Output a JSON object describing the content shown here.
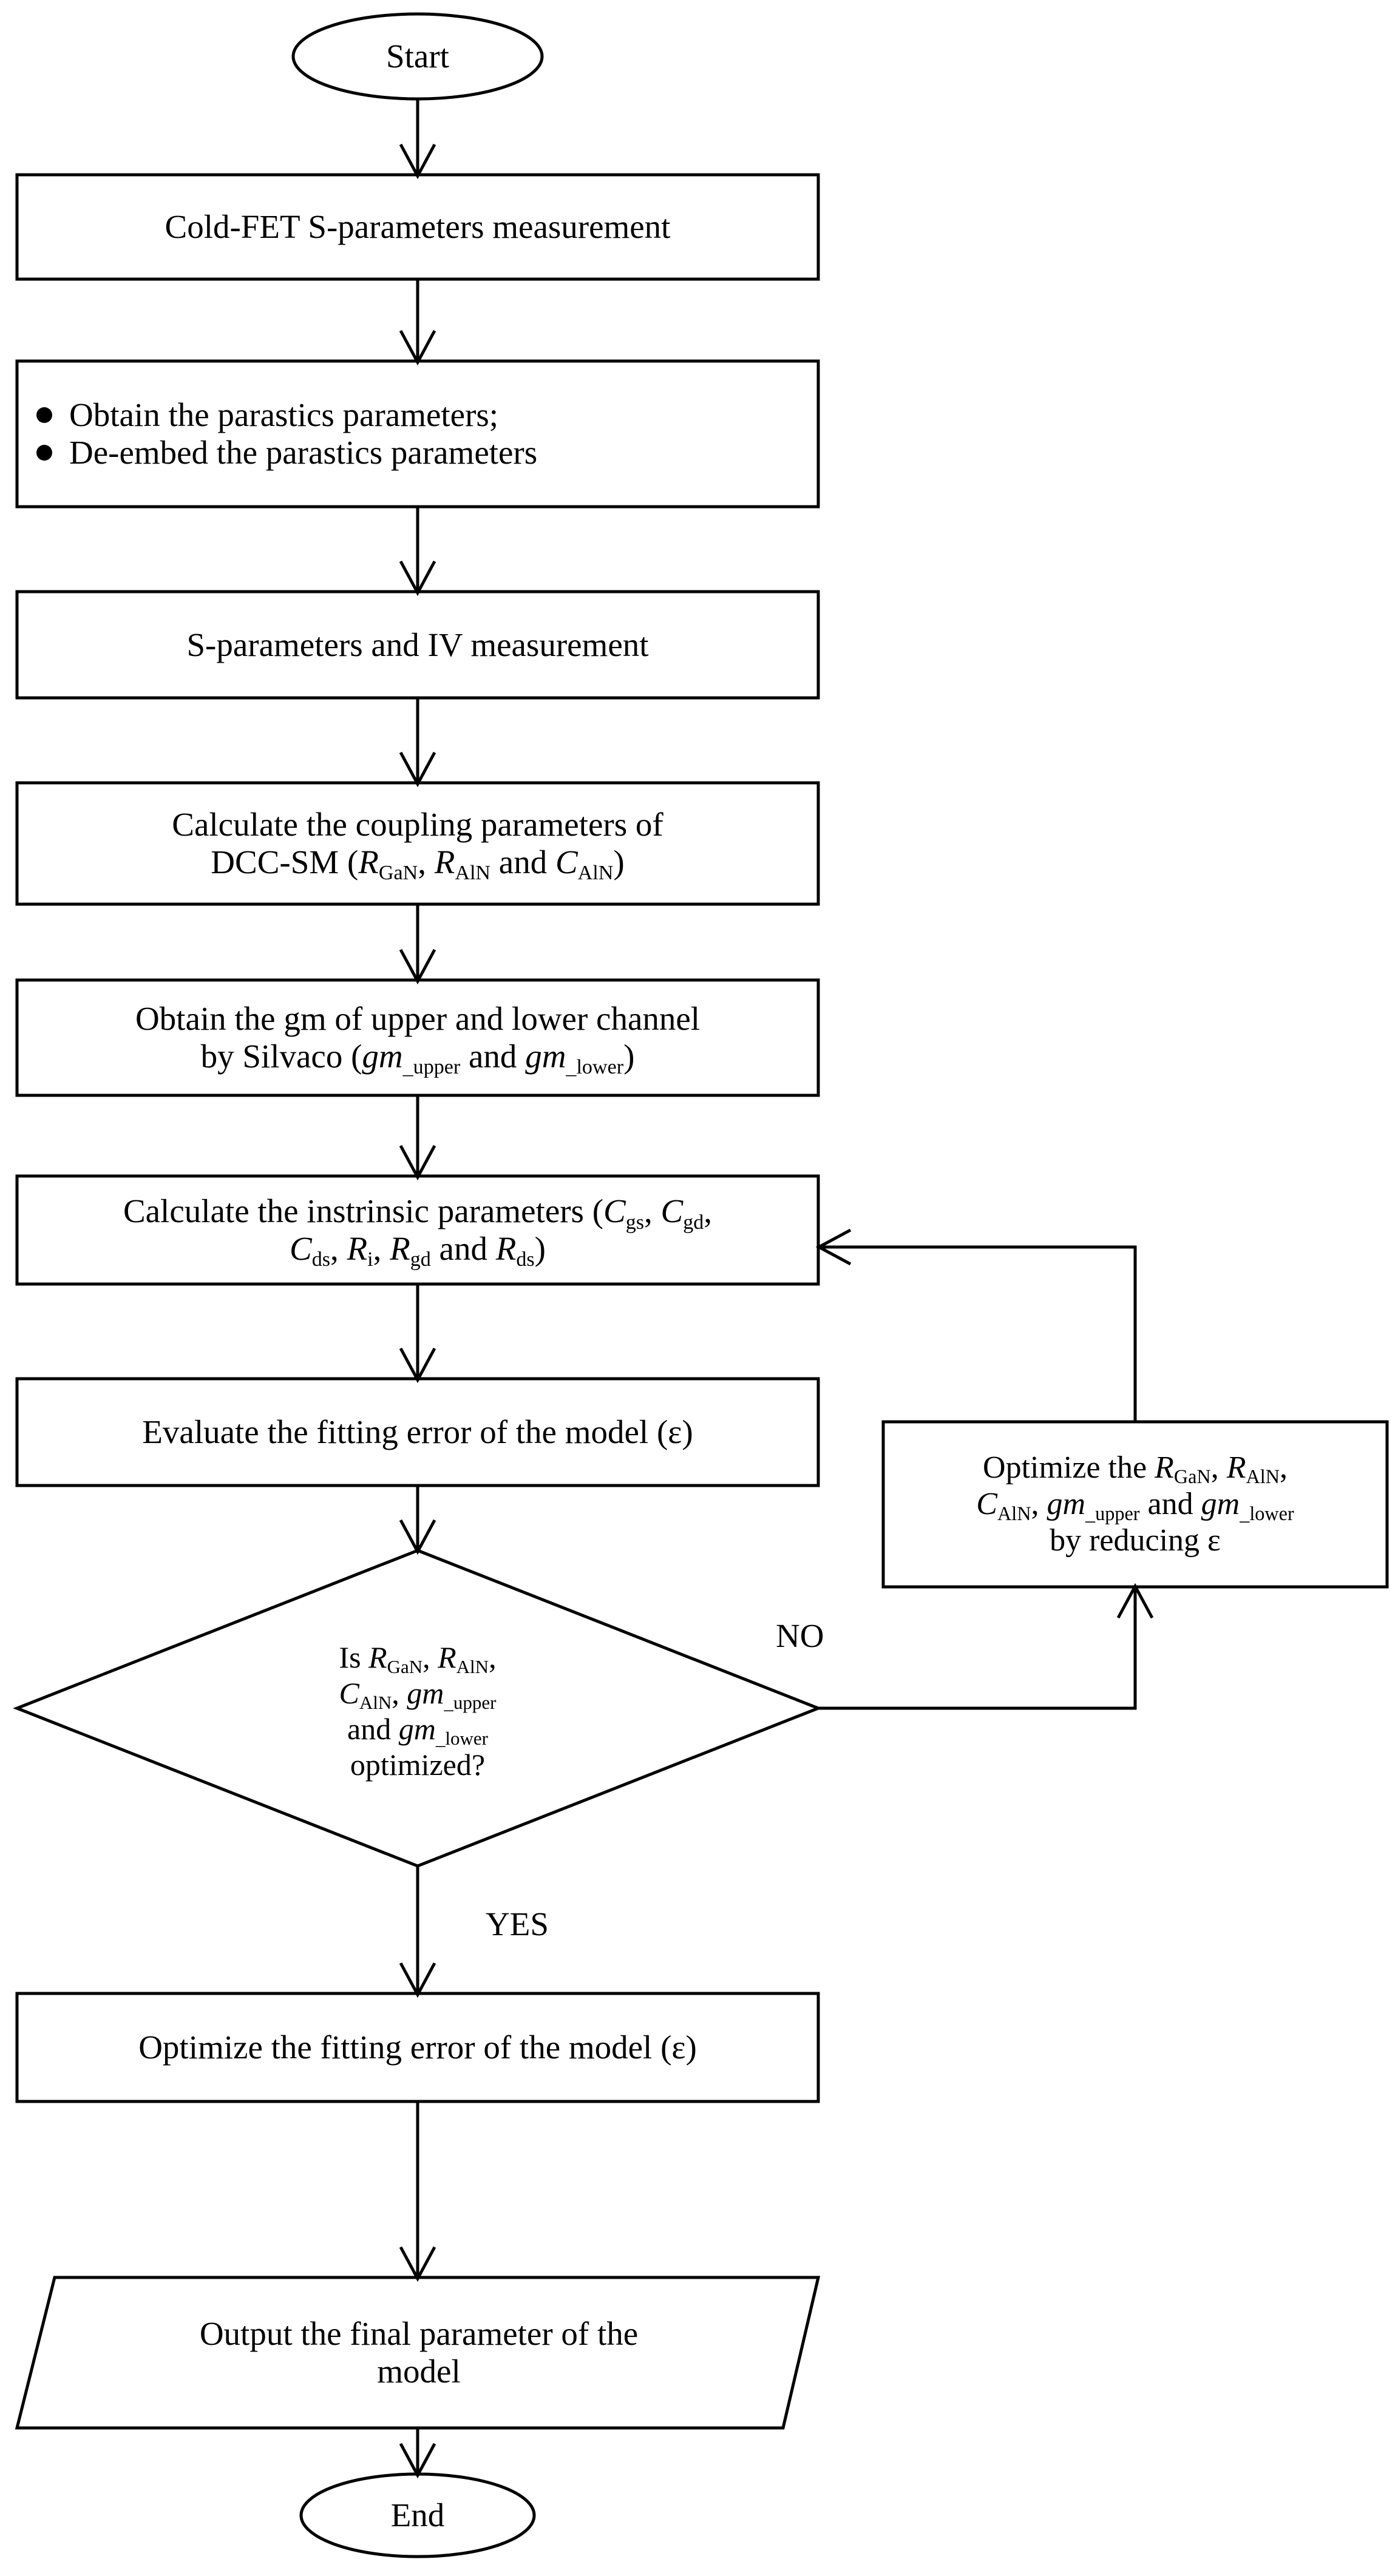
{
  "figure": {
    "type": "flowchart",
    "title": "Small-signal model parameter extraction flowchart",
    "background_color": "#ffffff",
    "line_color": "#000000"
  },
  "nodes": {
    "start": {
      "shape": "ellipse",
      "label": "Start"
    },
    "cold_fet": {
      "shape": "rectangle",
      "label": "Cold-FET S-parameters measurement"
    },
    "parasitics": {
      "shape": "rectangle",
      "bullets": [
        "Obtain the parastics parameters;",
        "De-embed the parastics parameters"
      ]
    },
    "sparam_iv": {
      "shape": "rectangle",
      "label": "S-parameters and IV measurement"
    },
    "coupling": {
      "shape": "rectangle",
      "line1": "Calculate the coupling parameters of",
      "line2_pre": "DCC-SM (",
      "line2_r1": "R",
      "line2_r1_sub": "GaN",
      "line2_mid1": ", ",
      "line2_r2": "R",
      "line2_r2_sub": "AlN",
      "line2_mid2": " and ",
      "line2_c": "C",
      "line2_c_sub": "AlN",
      "line2_post": ")"
    },
    "gm": {
      "shape": "rectangle",
      "line1": "Obtain the gm of upper and lower channel",
      "line2_pre": "by Silvaco (",
      "line2_gm1": "gm",
      "line2_gm1_sub": "_upper",
      "line2_mid": " and ",
      "line2_gm2": "gm",
      "line2_gm2_sub": "_lower",
      "line2_post": ")"
    },
    "intrinsic": {
      "shape": "rectangle",
      "line1_pre": "Calculate the instrinsic parameters (",
      "line1_c1": "C",
      "line1_c1_sub": "gs",
      "line1_mid1": ", ",
      "line1_c2": "C",
      "line1_c2_sub": "gd",
      "line1_post": ",",
      "line2_c3": "C",
      "line2_c3_sub": "ds",
      "line2_mid2": ", ",
      "line2_r1": "R",
      "line2_r1_sub": "i",
      "line2_mid3": ", ",
      "line2_r2": "R",
      "line2_r2_sub": "gd",
      "line2_mid4": " and ",
      "line2_r3": "R",
      "line2_r3_sub": "ds",
      "line2_post": ")"
    },
    "evaluate": {
      "shape": "rectangle",
      "label": "Evaluate the fitting error of the model (ε)"
    },
    "decision": {
      "shape": "diamond",
      "line1_pre": "Is ",
      "line1_r1": "R",
      "line1_r1_sub": "GaN",
      "line1_mid": ", ",
      "line1_r2": "R",
      "line1_r2_sub": "AlN",
      "line1_post": ",",
      "line2_c": "C",
      "line2_c_sub": "AlN",
      "line2_mid": ", ",
      "line2_gm": "gm",
      "line2_gm_sub": "_upper",
      "line3_pre": "and ",
      "line3_gm": "gm",
      "line3_gm_sub": "_lower",
      "line4": "optimized?"
    },
    "optimize_params": {
      "shape": "rectangle",
      "line1_pre": "Optimize the ",
      "line1_r1": "R",
      "line1_r1_sub": "GaN",
      "line1_mid": ", ",
      "line1_r2": "R",
      "line1_r2_sub": "AlN",
      "line1_post": ",",
      "line2_c": "C",
      "line2_c_sub": "AlN",
      "line2_mid1": ", ",
      "line2_gm1": "gm",
      "line2_gm1_sub": "_upper",
      "line2_mid2": " and ",
      "line2_gm2": "gm",
      "line2_gm2_sub": "_lower",
      "line3": "by reducing ε"
    },
    "optimize_error": {
      "shape": "rectangle",
      "label": "Optimize the  fitting error of the model (ε)"
    },
    "output": {
      "shape": "parallelogram",
      "line1": "Output the final parameter of the",
      "line2": "model"
    },
    "end": {
      "shape": "ellipse",
      "label": "End"
    }
  },
  "edge_labels": {
    "no": "NO",
    "yes": "YES"
  }
}
